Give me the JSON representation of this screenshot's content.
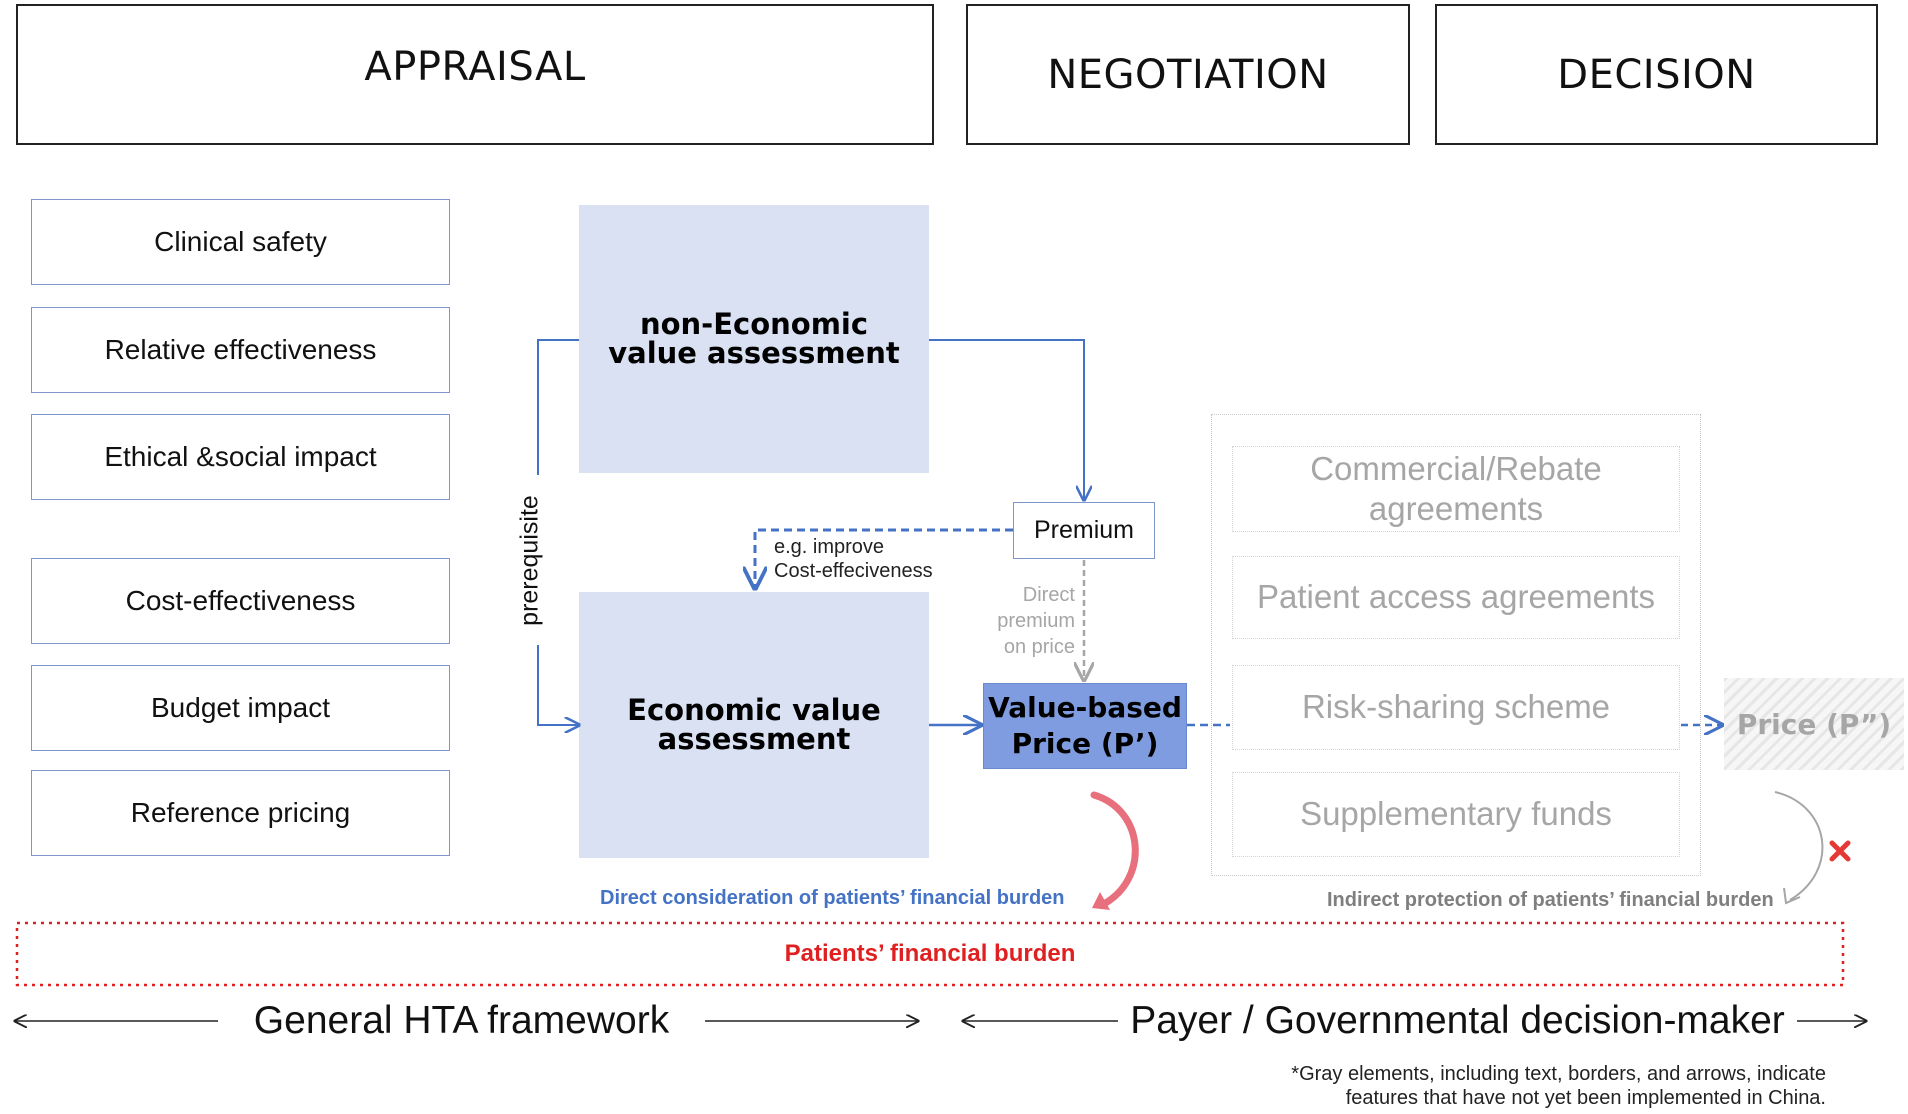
{
  "phases": {
    "appraisal": "APPRAISAL",
    "negotiation": "NEGOTIATION",
    "decision": "DECISION"
  },
  "criteria": [
    "Clinical safety",
    "Relative effectiveness",
    "Ethical &social impact",
    "Cost-effectiveness",
    "Budget impact",
    "Reference pricing"
  ],
  "boxes": {
    "non_economic": "non-Economic value assessment",
    "economic": "Economic value assessment",
    "premium": "Premium",
    "value_based_price_line1": "Value-based",
    "value_based_price_line2": "Price (P’)",
    "price_final": "Price (P”)"
  },
  "labels": {
    "prerequisite": "prerequisite",
    "improve_line1": "e.g. improve",
    "improve_line2": "Cost-effeciveness",
    "direct_premium_line1": "Direct",
    "direct_premium_line2": "premium",
    "direct_premium_line3": "on price",
    "direct_consideration": "Direct consideration of patients’ financial burden",
    "indirect_protection": "Indirect protection of patients’ financial burden",
    "financial_burden": "Patients’ financial burden"
  },
  "agreements": [
    "Commercial/Rebate agreements",
    "Patient access agreements",
    "Risk-sharing scheme",
    "Supplementary funds"
  ],
  "footer": {
    "hta": "General HTA framework",
    "payer": "Payer / Governmental decision-maker",
    "note_line1": "*Gray elements, including text, borders, and arrows, indicate",
    "note_line2": "features that have not yet been implemented in China."
  },
  "colors": {
    "blue_arrow": "#4472c4",
    "blue_fill": "#d9e1f3",
    "vbp_fill": "#7f9ce0",
    "red": "#e02020",
    "gray": "#a6a6a6"
  }
}
